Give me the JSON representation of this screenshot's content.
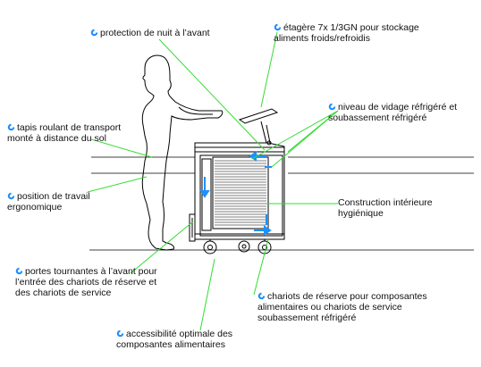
{
  "colors": {
    "leader_line": "#33dd33",
    "bullet": "#1e90ff",
    "arrow": "#1e90ff",
    "drawing": "#000000",
    "background": "#ffffff"
  },
  "icons": {
    "bullet": "circle-arrow-icon"
  },
  "labels": {
    "night_protection": "protection de nuit à l’avant",
    "shelf": "étagère 7x 1/3GN pour stockage\naliments froids/refroidis",
    "conveyor": "tapis roulant de transport\nmonté à distance du sol",
    "refrigerated_level": "niveau de vidage réfrigéré et\nsoubassement réfrigéré",
    "ergonomic": "position de travail\nergonomique",
    "hygienic": "Construction intérieure\nhygiénique",
    "revolving_doors": "portes tournantes à l’avant pour\nl’entrée des chariots de réserve et\ndes chariots de service",
    "reserve_carts": "chariots de réserve pour composantes\nalimentaires ou chariots de service\nsoubassement réfrigéré",
    "accessibility": "accessibilité optimale des\ncomposantes alimentaires"
  }
}
